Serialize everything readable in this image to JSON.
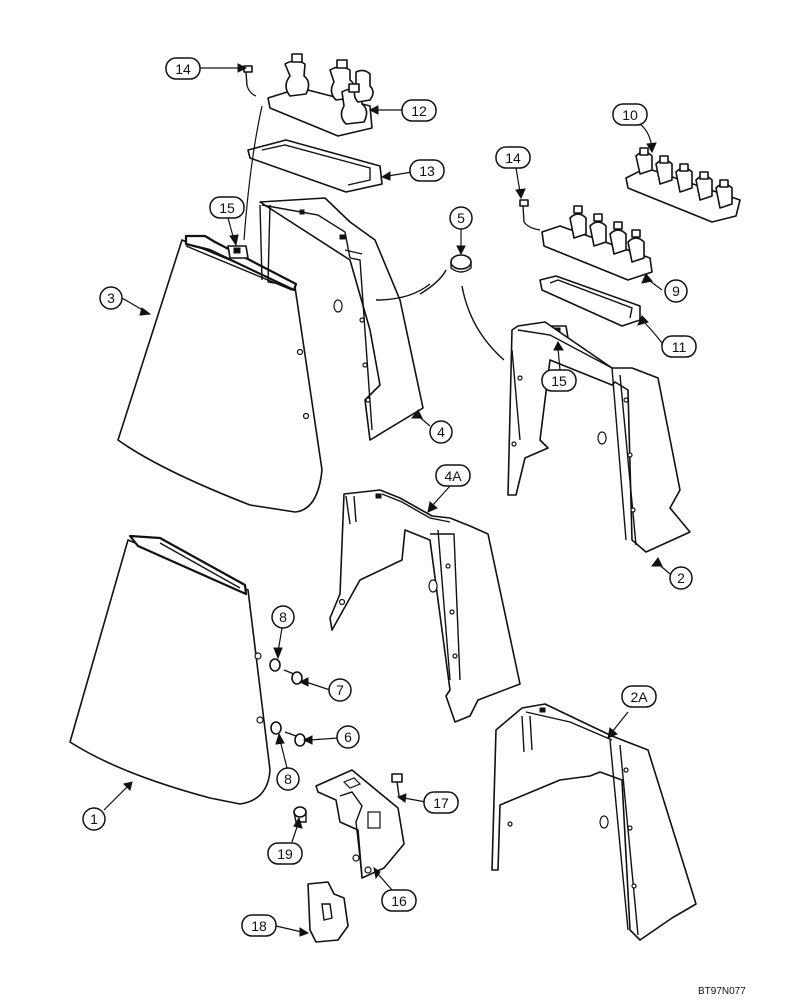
{
  "drawing_ref": "BT97N077",
  "callouts": [
    {
      "id": "c14a",
      "label": "14"
    },
    {
      "id": "c12",
      "label": "12"
    },
    {
      "id": "c13",
      "label": "13"
    },
    {
      "id": "c10",
      "label": "10"
    },
    {
      "id": "c14b",
      "label": "14"
    },
    {
      "id": "c15a",
      "label": "15"
    },
    {
      "id": "c5",
      "label": "5"
    },
    {
      "id": "c3",
      "label": "3"
    },
    {
      "id": "c9",
      "label": "9"
    },
    {
      "id": "c11",
      "label": "11"
    },
    {
      "id": "c15b",
      "label": "15"
    },
    {
      "id": "c4",
      "label": "4"
    },
    {
      "id": "c4A",
      "label": "4A"
    },
    {
      "id": "c2",
      "label": "2"
    },
    {
      "id": "c8a",
      "label": "8"
    },
    {
      "id": "c7",
      "label": "7"
    },
    {
      "id": "c6",
      "label": "6"
    },
    {
      "id": "c8b",
      "label": "8"
    },
    {
      "id": "c2A",
      "label": "2A"
    },
    {
      "id": "c1",
      "label": "1"
    },
    {
      "id": "c17",
      "label": "17"
    },
    {
      "id": "c19",
      "label": "19"
    },
    {
      "id": "c16",
      "label": "16"
    },
    {
      "id": "c18",
      "label": "18"
    }
  ]
}
